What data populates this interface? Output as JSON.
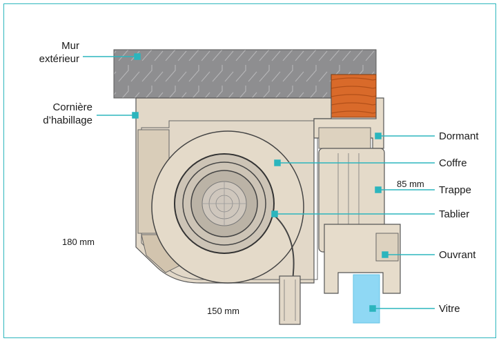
{
  "labels": {
    "mur_l1": "Mur",
    "mur_l2": "extérieur",
    "corniere_l1": "Cornière",
    "corniere_l2": "d’habillage",
    "dormant": "Dormant",
    "coffre": "Coffre",
    "trappe": "Trappe",
    "tablier": "Tablier",
    "ouvrant": "Ouvrant",
    "vitre": "Vitre"
  },
  "dimensions": {
    "height": "180 mm",
    "width": "150 mm",
    "trap_width": "85 mm"
  },
  "colors": {
    "accent": "#2bb5bd",
    "wall": "#8e8e90",
    "wood": "#d96a2a",
    "casing": "#e2d8c8",
    "profile_line": "#555555",
    "glass": "#8fd8f4"
  }
}
